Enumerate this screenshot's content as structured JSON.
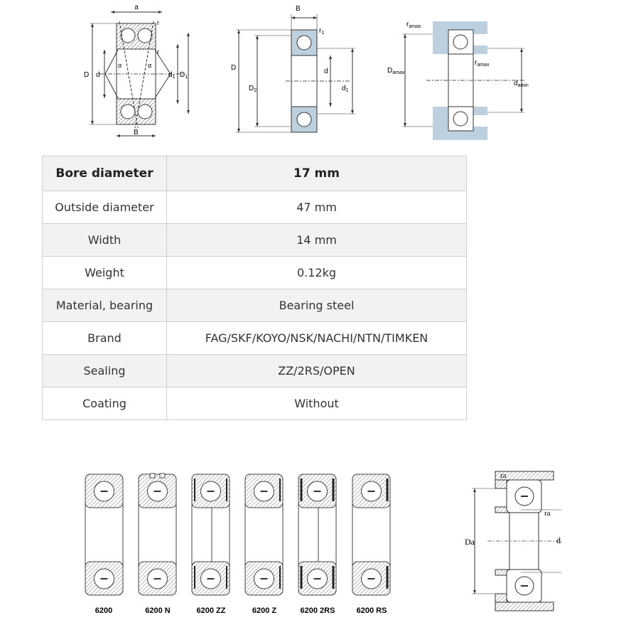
{
  "diagram_angular": {
    "labels": {
      "a": "a",
      "r_top": "r",
      "r_mid": "r",
      "D": "D",
      "d": "d",
      "alpha": "α",
      "d1": "d",
      "d1_sub": "1",
      "D1": "D",
      "D1_sub": "1",
      "B": "B"
    }
  },
  "diagram_deep_groove": {
    "labels": {
      "B": "B",
      "r1": "r",
      "r1_sub": "1",
      "D": "D",
      "D2": "D",
      "D2_sub": "2",
      "d": "d",
      "d1": "d",
      "d1_sub": "1"
    }
  },
  "diagram_mounting": {
    "labels": {
      "ra_top": "r",
      "ra_top_sub": "amax",
      "ra_mid": "r",
      "ra_mid_sub": "amax",
      "Da": "D",
      "Da_sub": "amax",
      "da": "d",
      "da_sub": "amin"
    }
  },
  "spec_table": {
    "header": {
      "label": "Bore diameter",
      "value": "17 mm"
    },
    "rows": [
      {
        "label": "Outside diameter",
        "value": "47 mm"
      },
      {
        "label": "Width",
        "value": "14 mm"
      },
      {
        "label": "Weight",
        "value": "0.12kg"
      },
      {
        "label": "Material, bearing",
        "value": "Bearing steel"
      },
      {
        "label": "Brand",
        "value": "FAG/SKF/KOYO/NSK/NACHI/NTN/TIMKEN"
      },
      {
        "label": "Sealing",
        "value": "ZZ/2RS/OPEN"
      },
      {
        "label": "Coating",
        "value": "Without"
      }
    ]
  },
  "variants": [
    "6200",
    "6200 N",
    "6200 ZZ",
    "6200 Z",
    "6200 2RS",
    "6200 RS"
  ],
  "diagram_housing": {
    "labels": {
      "ra_top": "ra",
      "ra_mid": "ra",
      "Da": "Da",
      "da": "da"
    }
  }
}
